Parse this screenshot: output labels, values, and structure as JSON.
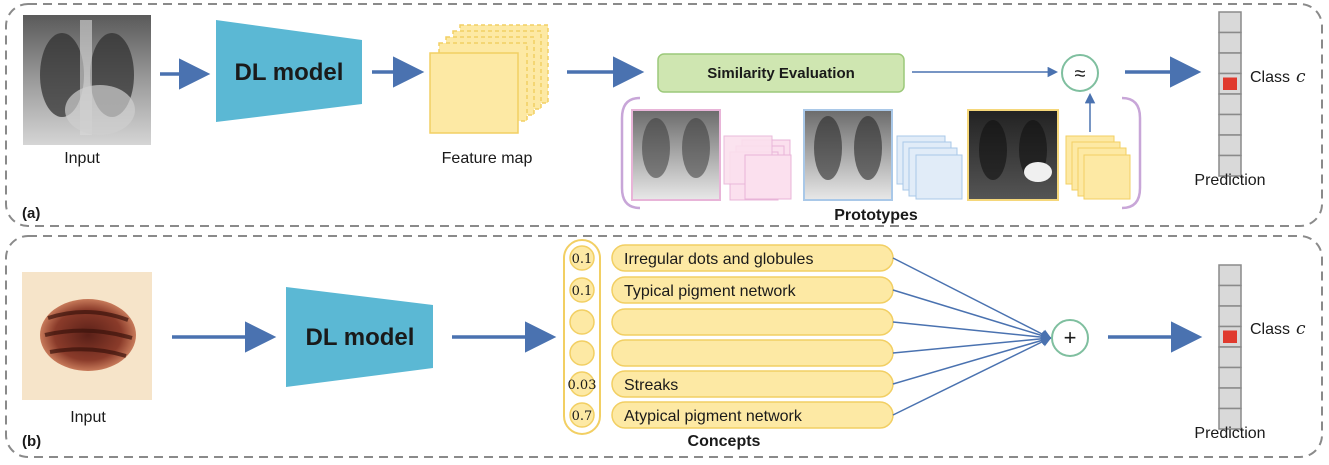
{
  "panel_a": {
    "tag": "(a)",
    "input_label": "Input",
    "model_label": "DL model",
    "feature_label": "Feature map",
    "similarity_label": "Similarity Evaluation",
    "approx_symbol": "≈",
    "prototypes_label": "Prototypes",
    "class_label": "Class",
    "class_symbol": "c",
    "prediction_label": "Prediction",
    "prediction_highlight_index": 3,
    "prototype_colors": [
      "#e8b4d8",
      "#a9c8e8",
      "#f5d77a"
    ]
  },
  "panel_b": {
    "tag": "(b)",
    "input_label": "Input",
    "model_label": "DL model",
    "concepts_label": "Concepts",
    "sum_symbol": "+",
    "class_label": "Class",
    "class_symbol": "c",
    "prediction_label": "Prediction",
    "prediction_highlight_index": 3,
    "concepts": [
      {
        "value": "0.1",
        "label": "Irregular dots and globules"
      },
      {
        "value": "0.1",
        "label": "Typical pigment network"
      },
      {
        "value": "",
        "label": ""
      },
      {
        "value": "",
        "label": ""
      },
      {
        "value": "0.03",
        "label": "Streaks"
      },
      {
        "value": "0.7",
        "label": "Atypical pigment network"
      }
    ]
  },
  "colors": {
    "arrow": "#4a72b0",
    "model": "#5bb8d4",
    "feature": "#fde9a4",
    "feature_edge": "#f2cf63",
    "similarity": "#cfe6b1",
    "similarity_edge": "#9cc97a",
    "bracket": "#c8a6d8",
    "prediction_fill": "#d9d9d9",
    "prediction_hi": "#e03a2e",
    "circle_edge": "#7fbf9f"
  }
}
